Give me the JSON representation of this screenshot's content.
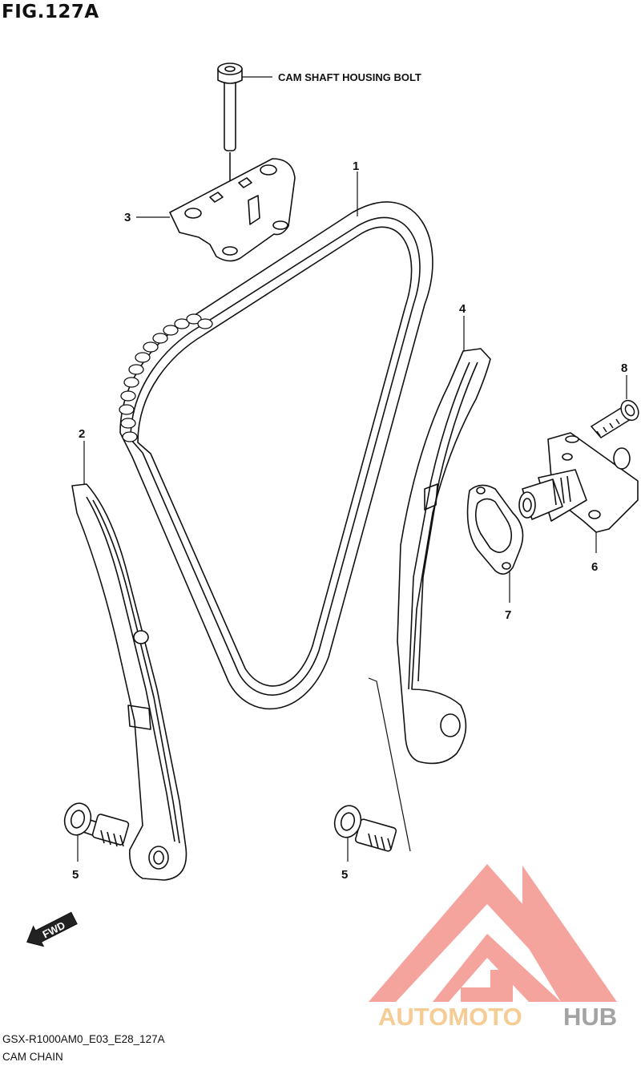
{
  "figure": {
    "title": "FIG.127A",
    "model_code": "GSX-R1000AM0_E03_E28_127A",
    "section_name": "CAM CHAIN"
  },
  "callouts": {
    "bolt_label": "CAM SHAFT HOUSING BOLT",
    "part_1": "1",
    "part_2": "2",
    "part_3": "3",
    "part_4": "4",
    "part_5_left": "5",
    "part_5_right": "5",
    "part_6": "6",
    "part_7": "7",
    "part_8": "8"
  },
  "direction_badge": "FWD",
  "watermark": {
    "word_1": "AUTOMOTO",
    "word_2": "HUB",
    "color_primary": "#f39a93",
    "color_word_1": "#f6c78a",
    "color_word_2": "#9a9a9a"
  }
}
